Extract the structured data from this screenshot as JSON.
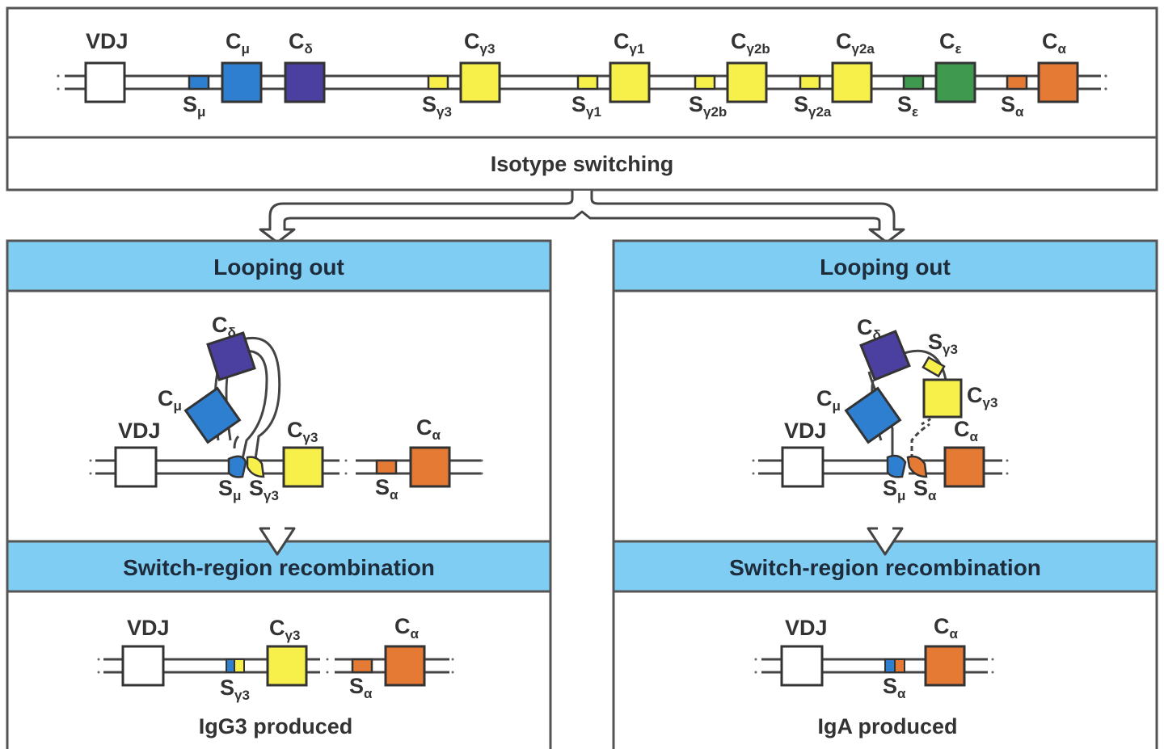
{
  "title": "Isotype switching",
  "colors": {
    "vdj": "#ffffff",
    "mu": "#2f7fd0",
    "delta": "#4b3fa0",
    "gamma": "#f8f04a",
    "epsilon": "#3f9a50",
    "alpha": "#e57a35",
    "header_bg": "#80cdf4",
    "border": "#555555"
  },
  "germline": {
    "segments": [
      {
        "id": "vdj",
        "label": "VDJ",
        "sub": "",
        "color_key": "vdj",
        "switch": null
      },
      {
        "id": "c-mu",
        "label": "C",
        "sub": "μ",
        "color_key": "mu",
        "switch": {
          "label": "S",
          "sub": "μ"
        }
      },
      {
        "id": "c-delta",
        "label": "C",
        "sub": "δ",
        "color_key": "delta",
        "switch": null
      },
      {
        "id": "c-gamma3",
        "label": "C",
        "sub": "γ3",
        "color_key": "gamma",
        "switch": {
          "label": "S",
          "sub": "γ3"
        }
      },
      {
        "id": "c-gamma1",
        "label": "C",
        "sub": "γ1",
        "color_key": "gamma",
        "switch": {
          "label": "S",
          "sub": "γ1"
        }
      },
      {
        "id": "c-gamma2b",
        "label": "C",
        "sub": "γ2b",
        "color_key": "gamma",
        "switch": {
          "label": "S",
          "sub": "γ2b"
        }
      },
      {
        "id": "c-gamma2a",
        "label": "C",
        "sub": "γ2a",
        "color_key": "gamma",
        "switch": {
          "label": "S",
          "sub": "γ2a"
        }
      },
      {
        "id": "c-epsilon",
        "label": "C",
        "sub": "ε",
        "color_key": "epsilon",
        "switch": {
          "label": "S",
          "sub": "ε"
        }
      },
      {
        "id": "c-alpha",
        "label": "C",
        "sub": "α",
        "color_key": "alpha",
        "switch": {
          "label": "S",
          "sub": "α"
        }
      }
    ]
  },
  "left": {
    "loop_header": "Looping out",
    "recomb_header": "Switch-region recombination",
    "loop_labels": {
      "vdj": "VDJ",
      "c_delta": [
        "C",
        "δ"
      ],
      "c_mu": [
        "C",
        "μ"
      ],
      "c_g3": [
        "C",
        "γ3"
      ],
      "c_alpha": [
        "C",
        "α"
      ],
      "s_mu": [
        "S",
        "μ"
      ],
      "s_g3": [
        "S",
        "γ3"
      ],
      "s_alpha": [
        "S",
        "α"
      ]
    },
    "result_labels": {
      "vdj": "VDJ",
      "c_g3": [
        "C",
        "γ3"
      ],
      "c_alpha": [
        "C",
        "α"
      ],
      "s_g3": [
        "S",
        "γ3"
      ],
      "s_alpha": [
        "S",
        "α"
      ]
    },
    "product": "IgG3 produced"
  },
  "right": {
    "loop_header": "Looping out",
    "recomb_header": "Switch-region recombination",
    "loop_labels": {
      "vdj": "VDJ",
      "c_delta": [
        "C",
        "δ"
      ],
      "c_mu": [
        "C",
        "μ"
      ],
      "s_g3": [
        "S",
        "γ3"
      ],
      "c_g3": [
        "C",
        "γ3"
      ],
      "c_alpha": [
        "C",
        "α"
      ],
      "s_mu": [
        "S",
        "μ"
      ],
      "s_alpha": [
        "S",
        "α"
      ]
    },
    "result_labels": {
      "vdj": "VDJ",
      "c_alpha": [
        "C",
        "α"
      ],
      "s_alpha": [
        "S",
        "α"
      ]
    },
    "product": "IgA produced"
  }
}
